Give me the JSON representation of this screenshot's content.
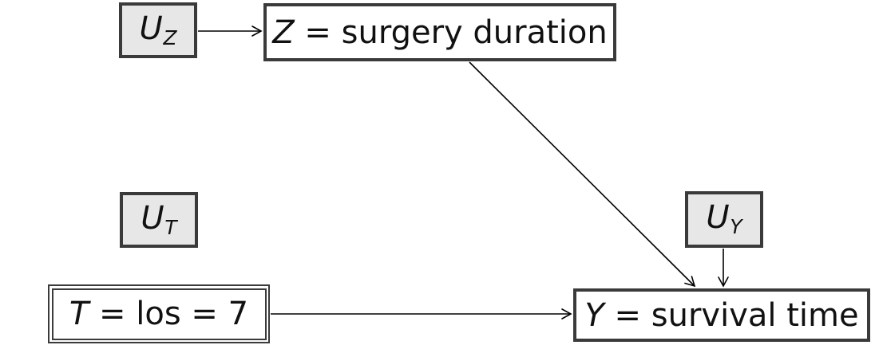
{
  "diagram": {
    "kind": "causal-graph",
    "nodes": {
      "uz": {
        "variable": "U",
        "subscript": "Z",
        "role": "exogenous"
      },
      "z": {
        "variable": "Z",
        "label": " = surgery duration"
      },
      "ut": {
        "variable": "U",
        "subscript": "T",
        "role": "exogenous"
      },
      "uy": {
        "variable": "U",
        "subscript": "Y",
        "role": "exogenous"
      },
      "t": {
        "variable": "T",
        "label": " = los = 7",
        "style": "double-border-intervened"
      },
      "y": {
        "variable": "Y",
        "label": " = survival time"
      }
    },
    "edges": [
      {
        "from": "U_Z",
        "to": "Z"
      },
      {
        "from": "Z",
        "to": "Y"
      },
      {
        "from": "U_Y",
        "to": "Y"
      },
      {
        "from": "T",
        "to": "Y"
      }
    ],
    "colors": {
      "exogenous_fill": "#e7e7e7",
      "node_fill": "#ffffff",
      "node_border": "#3a3a3a",
      "arrow": "#000000",
      "background": "#ffffff"
    }
  }
}
